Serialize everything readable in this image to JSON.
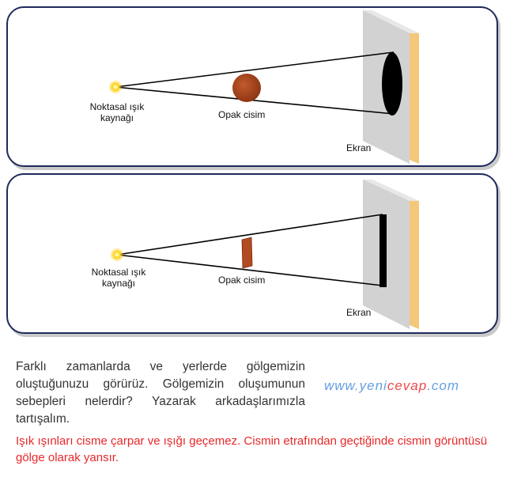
{
  "panel1": {
    "source_label_line1": "Noktasal ışık",
    "source_label_line2": "kaynağı",
    "object_label": "Opak cisim",
    "screen_label": "Ekran"
  },
  "panel2": {
    "source_label_line1": "Noktasal ışık",
    "source_label_line2": "kaynağı",
    "object_label": "Opak cisim",
    "screen_label": "Ekran"
  },
  "colors": {
    "panel_border": "#1f2a5c",
    "screen_front": "#d2d2d2",
    "screen_edge": "#f5c77a",
    "object_round": "#a8431d",
    "object_flat": "#b24a22",
    "shadow": "#000000",
    "light": "#ffd21e",
    "answer": "#e8282a"
  },
  "paragraph": "Farklı zamanlarda ve yerlerde gölgemizin oluştuğunuzu görürüz. Gölgemizin oluşumunun sebepleri nelerdir? Yazarak arkadaşlarımızla tartışalım.",
  "answer": "Işık ışınları cisme çarpar ve ışığı geçemez. Cismin etrafından geçtiğinde cismin görüntüsü gölge olarak yansır.",
  "watermark": {
    "part1": "www.yeni",
    "part2": "cevap",
    "part3": ".com"
  }
}
